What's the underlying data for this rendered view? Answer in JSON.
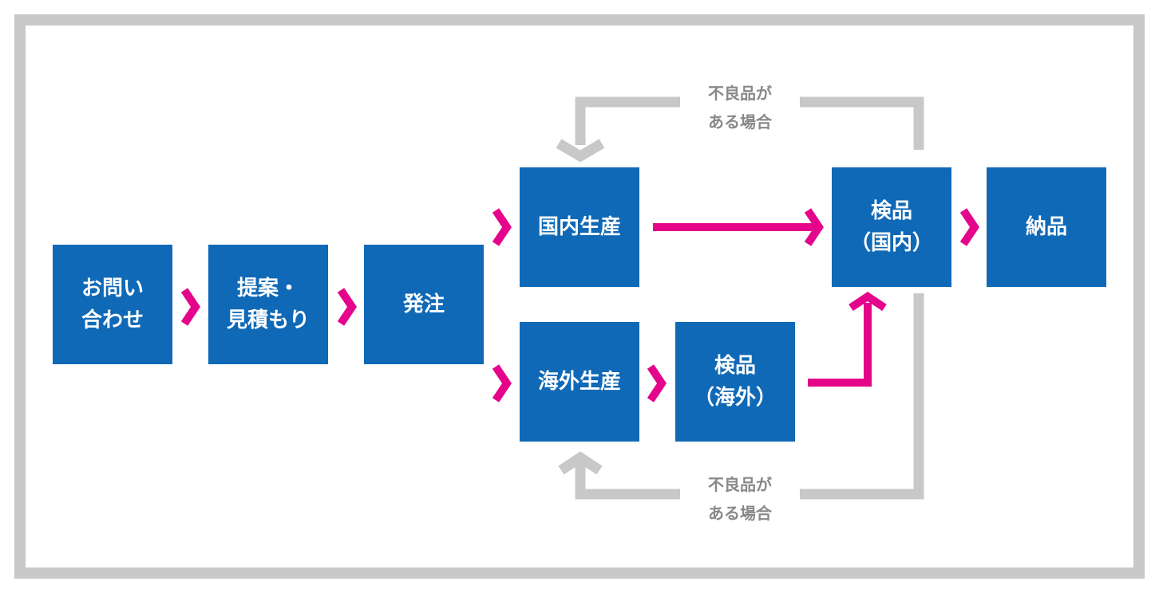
{
  "colors": {
    "box": "#1069b6",
    "arrow": "#e4058a",
    "return_line": "#c8c8c8",
    "note_text": "#888888",
    "frame": "#c8c8c8"
  },
  "steps": {
    "inquiry": {
      "line1": "お問い",
      "line2": "合わせ"
    },
    "proposal": {
      "line1": "提案・",
      "line2": "見積もり"
    },
    "order": {
      "line1": "発注"
    },
    "domestic_production": {
      "line1": "国内生産"
    },
    "overseas_production": {
      "line1": "海外生産"
    },
    "inspection_overseas": {
      "line1": "検品",
      "line2": "（海外）"
    },
    "inspection_domestic": {
      "line1": "検品",
      "line2": "（国内）"
    },
    "delivery": {
      "line1": "納品"
    }
  },
  "notes": {
    "top": {
      "line1": "不良品が",
      "line2": "ある場合"
    },
    "bottom": {
      "line1": "不良品が",
      "line2": "ある場合"
    }
  }
}
